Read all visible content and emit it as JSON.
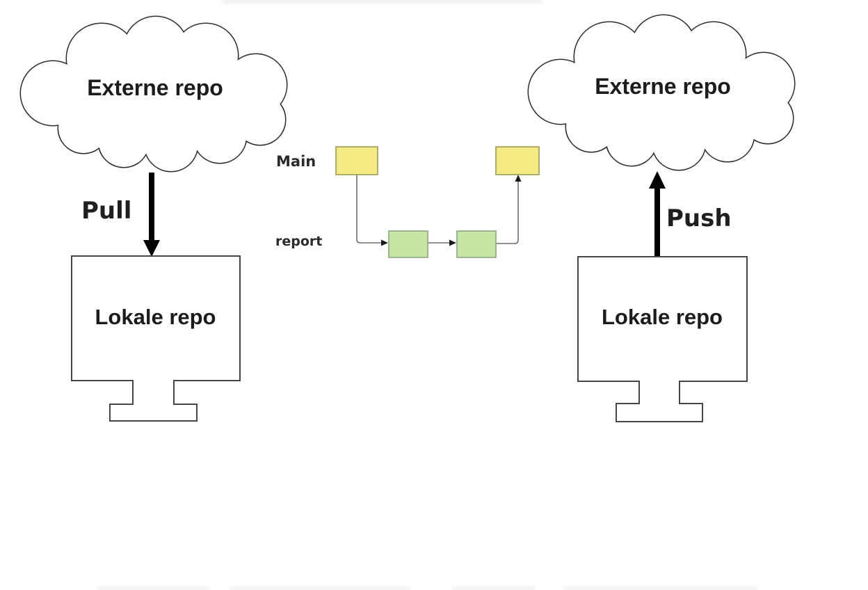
{
  "page": {
    "background": "#ffffff"
  },
  "left_flow": {
    "cloud_label": "Externe repo",
    "arrow_label": "Pull",
    "monitor_label": "Lokale repo"
  },
  "right_flow": {
    "cloud_label": "Externe repo",
    "arrow_label": "Push",
    "monitor_label": "Lokale repo"
  },
  "branch_graph": {
    "branches": [
      {
        "label": "Main",
        "node_fill": "#F4EB85",
        "node_border": "#9D9B56"
      },
      {
        "label": "report",
        "node_fill": "#C7E6A6",
        "node_border": "#8FA483"
      }
    ],
    "connector_color": "#6e6e6e",
    "arrowhead_color": "#1a1a1a"
  },
  "colors": {
    "cloud_outline": "#2b2b2b",
    "cloud_fill": "#ffffff",
    "monitor_outline": "#454545",
    "monitor_fill": "#ffffff",
    "flow_arrow": "#000000",
    "text": "#1c1c1c"
  }
}
